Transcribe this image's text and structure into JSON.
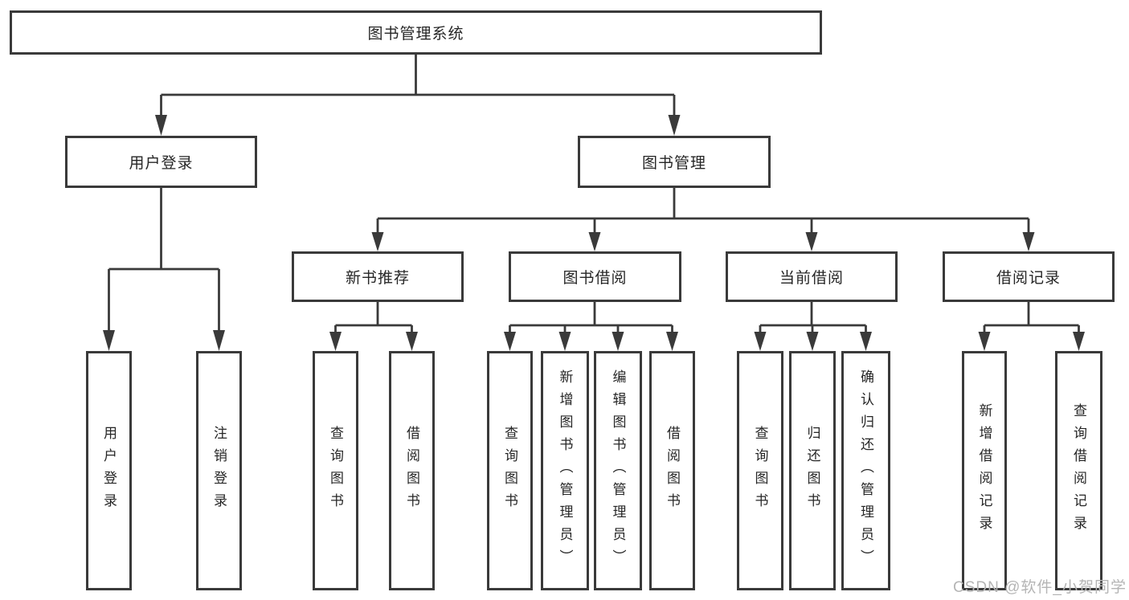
{
  "diagram": {
    "root": {
      "label": "图书管理系统"
    },
    "branches": [
      {
        "label": "用户登录",
        "children": [
          {
            "label": "用户登录"
          },
          {
            "label": "注销登录"
          }
        ]
      },
      {
        "label": "图书管理",
        "groups": [
          {
            "label": "新书推荐",
            "children": [
              {
                "label": "查询图书"
              },
              {
                "label": "借阅图书"
              }
            ]
          },
          {
            "label": "图书借阅",
            "children": [
              {
                "label": "查询图书"
              },
              {
                "label": "新增图书（管理员）"
              },
              {
                "label": "编辑图书（管理员）"
              },
              {
                "label": "借阅图书"
              }
            ]
          },
          {
            "label": "当前借阅",
            "children": [
              {
                "label": "查询图书"
              },
              {
                "label": "归还图书"
              },
              {
                "label": "确认归还（管理员）"
              }
            ]
          },
          {
            "label": "借阅记录",
            "children": [
              {
                "label": "新增借阅记录"
              },
              {
                "label": "查询借阅记录"
              }
            ]
          }
        ]
      }
    ]
  },
  "watermark": {
    "text": "CSDN @软件_小贺同学"
  },
  "colors": {
    "line": "#3a3a3a",
    "text": "#262626",
    "watermark": "#b5b5b5"
  }
}
